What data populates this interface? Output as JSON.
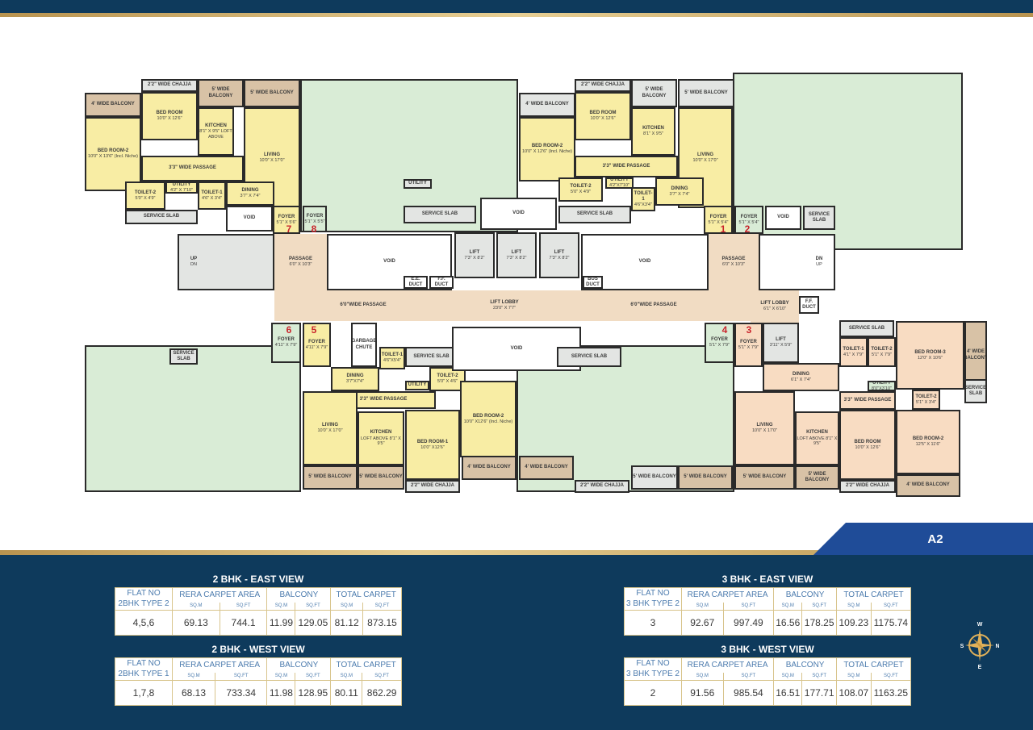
{
  "plan": {
    "flat_numbers": [
      "1",
      "2",
      "3",
      "4",
      "5",
      "6",
      "7",
      "8"
    ],
    "rooms": [
      {
        "n": "4' WIDE BALCONY",
        "d": ""
      },
      {
        "n": "BED ROOM-2",
        "d": "10'0\" X 13'6\" (Incl. Niche)"
      },
      {
        "n": "2'2\" WIDE CHAJJA",
        "d": ""
      },
      {
        "n": "BED ROOM",
        "d": "10'0\" X 12'6\""
      },
      {
        "n": "5' WIDE BALCONY",
        "d": ""
      },
      {
        "n": "5' WIDE BALCONY",
        "d": ""
      },
      {
        "n": "KITCHEN",
        "d": "8'1\" X 9'5\" LOFT ABOVE"
      },
      {
        "n": "LIVING",
        "d": "10'0\" X 17'0\""
      },
      {
        "n": "3'3\" WIDE PASSAGE",
        "d": ""
      },
      {
        "n": "TOILET-2",
        "d": "5'0\" X 4'9\""
      },
      {
        "n": "UTILITY",
        "d": "4'2\" X 7'10\""
      },
      {
        "n": "TOILET-1",
        "d": "4'6\" X 3'4\""
      },
      {
        "n": "DINING",
        "d": "3'7\" X 7'4\""
      },
      {
        "n": "SERVICE SLAB",
        "d": ""
      },
      {
        "n": "VOID",
        "d": ""
      },
      {
        "n": "FOYER",
        "d": "5'1\" X 5'6\""
      },
      {
        "n": "4' WIDE BALCONY",
        "d": ""
      },
      {
        "n": "BED ROOM-2",
        "d": "10'0\" X 12'6\" (Incl. Niche)"
      },
      {
        "n": "2'2\" WIDE CHAJJA",
        "d": ""
      },
      {
        "n": "BED ROOM",
        "d": "10'0\" X 12'6\""
      },
      {
        "n": "5' WIDE BALCONY",
        "d": ""
      },
      {
        "n": "5' WIDE BALCONY",
        "d": ""
      },
      {
        "n": "KITCHEN",
        "d": "8'1\" X 9'5\""
      },
      {
        "n": "LIVING",
        "d": "10'0\" X 17'0\""
      },
      {
        "n": "3'3\" WIDE PASSAGE",
        "d": ""
      },
      {
        "n": "TOILET-2",
        "d": "5'0\" X 4'9\""
      },
      {
        "n": "UTILITY",
        "d": "4'2\"X7'10\""
      },
      {
        "n": "TOILET-1",
        "d": "4'6\"X3'4\""
      },
      {
        "n": "DINING",
        "d": "3'7\" X 7'4\""
      },
      {
        "n": "SERVICE SLAB",
        "d": ""
      },
      {
        "n": "FOYER",
        "d": "5'1\" X 5'4\""
      },
      {
        "n": "VOID",
        "d": ""
      },
      {
        "n": "LIFT",
        "d": "7'3\" X 8'2\""
      },
      {
        "n": "LIFT",
        "d": "7'3\" X 8'2\""
      },
      {
        "n": "LIFT",
        "d": "7'3\" X 8'2\""
      },
      {
        "n": "VOID",
        "d": ""
      },
      {
        "n": "PASSAGE",
        "d": "6'0\" X 10'3\""
      },
      {
        "n": "PASSAGE",
        "d": "6'0\" X 10'3\""
      },
      {
        "n": "6'0\"WIDE PASSAGE",
        "d": ""
      },
      {
        "n": "LIFT LOBBY",
        "d": "23'0\" X 7'7\""
      },
      {
        "n": "6'0\"WIDE PASSAGE",
        "d": ""
      },
      {
        "n": "LIFT LOBBY",
        "d": "6'1\" X 6'10\""
      },
      {
        "n": "E.E. DUCT",
        "d": ""
      },
      {
        "n": "F.F. DUCT",
        "d": ""
      },
      {
        "n": "BUS DUCT",
        "d": ""
      },
      {
        "n": "F.F. DUCT",
        "d": ""
      },
      {
        "n": "LIFT",
        "d": "3'11\" X 5'9\""
      },
      {
        "n": "FOYER",
        "d": "4'11\" X 7'9\""
      },
      {
        "n": "GARBAGE CHUTE",
        "d": ""
      },
      {
        "n": "TOILET-1",
        "d": "4'6\"X5'4\""
      },
      {
        "n": "SERVICE SLAB",
        "d": ""
      },
      {
        "n": "TOILET-2",
        "d": "5'0\" X 4'6\""
      },
      {
        "n": "UTILITY",
        "d": ""
      },
      {
        "n": "DINING",
        "d": "3'7\"X7'4\""
      },
      {
        "n": "3'3\" WIDE PASSAGE",
        "d": ""
      },
      {
        "n": "LIVING",
        "d": "10'0\" X 17'0\""
      },
      {
        "n": "KITCHEN",
        "d": "LOFT ABOVE 8'1\" X 9'5\""
      },
      {
        "n": "BED ROOM-1",
        "d": "10'0\" X12'6\""
      },
      {
        "n": "BED ROOM-2",
        "d": "10'0\" X12'6\" (Incl. Niche)"
      },
      {
        "n": "5' WIDE BALCONY",
        "d": ""
      },
      {
        "n": "5' WIDE BALCONY",
        "d": ""
      },
      {
        "n": "2'2\" WIDE CHAJJA",
        "d": ""
      },
      {
        "n": "4' WIDE BALCONY",
        "d": ""
      },
      {
        "n": "VOID",
        "d": ""
      },
      {
        "n": "SERVICE SLAB",
        "d": ""
      },
      {
        "n": "4' WIDE BALCONY",
        "d": ""
      },
      {
        "n": "2'2\" WIDE CHAJJA",
        "d": ""
      },
      {
        "n": "5' WIDE BALCONY",
        "d": ""
      },
      {
        "n": "5' WIDE BALCONY",
        "d": ""
      },
      {
        "n": "FOYER",
        "d": "5'1\" X 7'9\""
      },
      {
        "n": "FOYER",
        "d": "4'11\" X 7'9\""
      },
      {
        "n": "SERVICE SLAB",
        "d": ""
      },
      {
        "n": "FOYER",
        "d": "5'1\" X 7'9\""
      },
      {
        "n": "DINING",
        "d": "6'1\" X 7'4\""
      },
      {
        "n": "LIVING",
        "d": "10'0\" X 17'0\""
      },
      {
        "n": "KITCHEN",
        "d": "LOFT ABOVE 8'1\" X 9'5\""
      },
      {
        "n": "3'3\" WIDE PASSAGE",
        "d": ""
      },
      {
        "n": "TOILET-1",
        "d": "4'1\" X 7'9\""
      },
      {
        "n": "TOILET-2",
        "d": "5'1\" X 7'9\""
      },
      {
        "n": "SERVICE SLAB",
        "d": ""
      },
      {
        "n": "UTILITY",
        "d": "8'0\"X3'10\""
      },
      {
        "n": "BED ROOM-3",
        "d": "12'0\" X 10'6\""
      },
      {
        "n": "4' WIDE BALCONY",
        "d": ""
      },
      {
        "n": "TOILET-2",
        "d": "5'1\" X 3'4\""
      },
      {
        "n": "SERVICE SLAB",
        "d": ""
      },
      {
        "n": "BED ROOM",
        "d": "10'0\" X 12'6\""
      },
      {
        "n": "BED ROOM-2",
        "d": "12'5\" X 11'6\""
      },
      {
        "n": "5' WIDE BALCONY",
        "d": ""
      },
      {
        "n": "5' WIDE BALCONY",
        "d": ""
      },
      {
        "n": "2'2\" WIDE CHAJJA",
        "d": ""
      },
      {
        "n": "4' WIDE BALCONY",
        "d": ""
      },
      {
        "n": "FOYER",
        "d": "5'1\" X 5'5\""
      },
      {
        "n": "UTILITY",
        "d": ""
      },
      {
        "n": "SERVICE SLAB",
        "d": ""
      },
      {
        "n": "VOID",
        "d": ""
      },
      {
        "n": "FOYER",
        "d": "5'1\" X 5'4\""
      },
      {
        "n": "VOID",
        "d": ""
      },
      {
        "n": "SERVICE SLAB",
        "d": ""
      },
      {
        "n": "UP",
        "d": "DN"
      },
      {
        "n": "DN",
        "d": "UP"
      }
    ]
  },
  "wing_tab": "A2",
  "tables": [
    {
      "title": "2 BHK - EAST VIEW",
      "flat_label": [
        "FLAT NO",
        "2BHK TYPE 2"
      ],
      "headers": [
        "RERA CARPET AREA",
        "BALCONY",
        "TOTAL CARPET"
      ],
      "units": [
        "SQ.M",
        "SQ.FT",
        "SQ.M",
        "SQ.FT",
        "SQ.M",
        "SQ.FT"
      ],
      "row": [
        "4,5,6",
        "69.13",
        "744.1",
        "11.99",
        "129.05",
        "81.12",
        "873.15"
      ]
    },
    {
      "title": "2 BHK - WEST VIEW",
      "flat_label": [
        "FLAT NO",
        "2BHK TYPE 1"
      ],
      "headers": [
        "RERA CARPET AREA",
        "BALCONY",
        "TOTAL CARPET"
      ],
      "units": [
        "SQ.M",
        "SQ.FT",
        "SQ.M",
        "SQ.FT",
        "SQ.M",
        "SQ.FT"
      ],
      "row": [
        "1,7,8",
        "68.13",
        "733.34",
        "11.98",
        "128.95",
        "80.11",
        "862.29"
      ]
    },
    {
      "title": "3 BHK - EAST VIEW",
      "flat_label": [
        "FLAT NO",
        "3 BHK TYPE 2"
      ],
      "headers": [
        "RERA CARPET AREA",
        "BALCONY",
        "TOTAL CARPET"
      ],
      "units": [
        "SQ.M",
        "SQ.FT",
        "SQ.M",
        "SQ.FT",
        "SQ.M",
        "SQ.FT"
      ],
      "row": [
        "3",
        "92.67",
        "997.49",
        "16.56",
        "178.25",
        "109.23",
        "1175.74"
      ]
    },
    {
      "title": "3 BHK - WEST VIEW",
      "flat_label": [
        "FLAT NO",
        "3 BHK TYPE 2"
      ],
      "headers": [
        "RERA CARPET AREA",
        "BALCONY",
        "TOTAL CARPET"
      ],
      "units": [
        "SQ.M",
        "SQ.FT",
        "SQ.M",
        "SQ.FT",
        "SQ.M",
        "SQ.FT"
      ],
      "row": [
        "2",
        "91.56",
        "985.54",
        "16.51",
        "177.71",
        "108.07",
        "1163.25"
      ]
    }
  ],
  "compass": {
    "top": "W",
    "bottom": "E",
    "left": "S",
    "right": "N",
    "color": "#e0b15a"
  },
  "colors": {
    "navy": "#0e3a5c",
    "tab_blue": "#1f4c98",
    "gold": "#c9a865",
    "flat_2bhk": "#f8eda4",
    "flat_green": "#d9ecd6",
    "flat_3bhk": "#f8dcc2",
    "common": "#f1dcc3",
    "balcony": "#d8c2a6"
  }
}
